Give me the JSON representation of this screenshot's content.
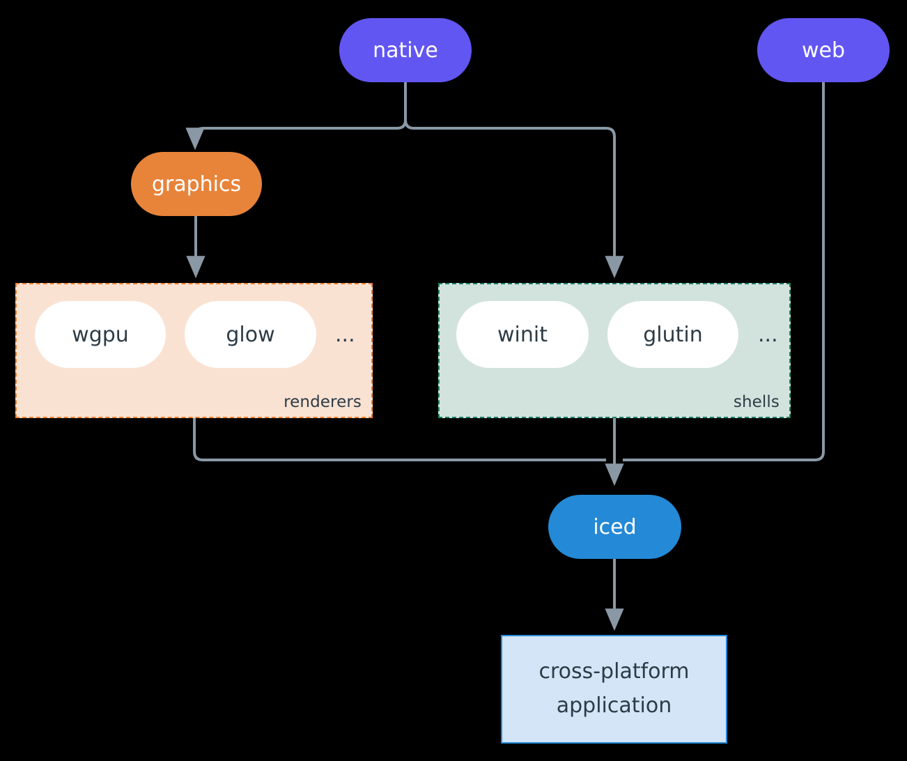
{
  "diagram": {
    "title": "iced architecture",
    "type": "flowchart",
    "background": "#000000",
    "edge_color": "#8a98a6",
    "nodes": [
      {
        "id": "native",
        "label": "native",
        "shape": "pill",
        "fill": "#6256f2",
        "text_color": "#ffffff"
      },
      {
        "id": "web",
        "label": "web",
        "shape": "pill",
        "fill": "#6256f2",
        "text_color": "#ffffff"
      },
      {
        "id": "graphics",
        "label": "graphics",
        "shape": "pill",
        "fill": "#e8833a",
        "text_color": "#ffffff"
      },
      {
        "id": "wgpu",
        "label": "wgpu",
        "shape": "pill",
        "fill": "#ffffff",
        "text_color": "#2d3b45"
      },
      {
        "id": "glow",
        "label": "glow",
        "shape": "pill",
        "fill": "#ffffff",
        "text_color": "#2d3b45"
      },
      {
        "id": "winit",
        "label": "winit",
        "shape": "pill",
        "fill": "#ffffff",
        "text_color": "#2d3b45"
      },
      {
        "id": "glutin",
        "label": "glutin",
        "shape": "pill",
        "fill": "#ffffff",
        "text_color": "#2d3b45"
      },
      {
        "id": "iced",
        "label": "iced",
        "shape": "pill",
        "fill": "#2489d6",
        "text_color": "#ffffff"
      },
      {
        "id": "application",
        "label": "cross-platform application",
        "shape": "rectangle",
        "fill": "#d3e5f7",
        "text_color": "#2d3b45",
        "border": "#2489d6"
      }
    ],
    "clusters": [
      {
        "id": "renderers",
        "label": "renderers",
        "fill": "#fae2d3",
        "border": "#ef8030",
        "border_style": "dashed",
        "members": [
          "wgpu",
          "glow"
        ],
        "overflow": "..."
      },
      {
        "id": "shells",
        "label": "shells",
        "fill": "#d2e3dd",
        "border": "#1f8067",
        "border_style": "dashed",
        "members": [
          "winit",
          "glutin"
        ],
        "overflow": "..."
      }
    ],
    "edges": [
      {
        "from": "native",
        "to": "graphics",
        "arrow": true
      },
      {
        "from": "native",
        "to": "shells",
        "arrow": true
      },
      {
        "from": "graphics",
        "to": "renderers",
        "arrow": true
      },
      {
        "from": "renderers",
        "to": "iced",
        "arrow": true
      },
      {
        "from": "shells",
        "to": "iced",
        "arrow": true
      },
      {
        "from": "web",
        "to": "iced",
        "arrow": true
      },
      {
        "from": "iced",
        "to": "application",
        "arrow": true
      }
    ]
  },
  "labels": {
    "native": "native",
    "web": "web",
    "graphics": "graphics",
    "wgpu": "wgpu",
    "glow": "glow",
    "winit": "winit",
    "glutin": "glutin",
    "iced": "iced",
    "renderers_cluster": "renderers",
    "shells_cluster": "shells",
    "renderers_overflow": "...",
    "shells_overflow": "...",
    "application_line1": "cross-platform",
    "application_line2": "application"
  }
}
